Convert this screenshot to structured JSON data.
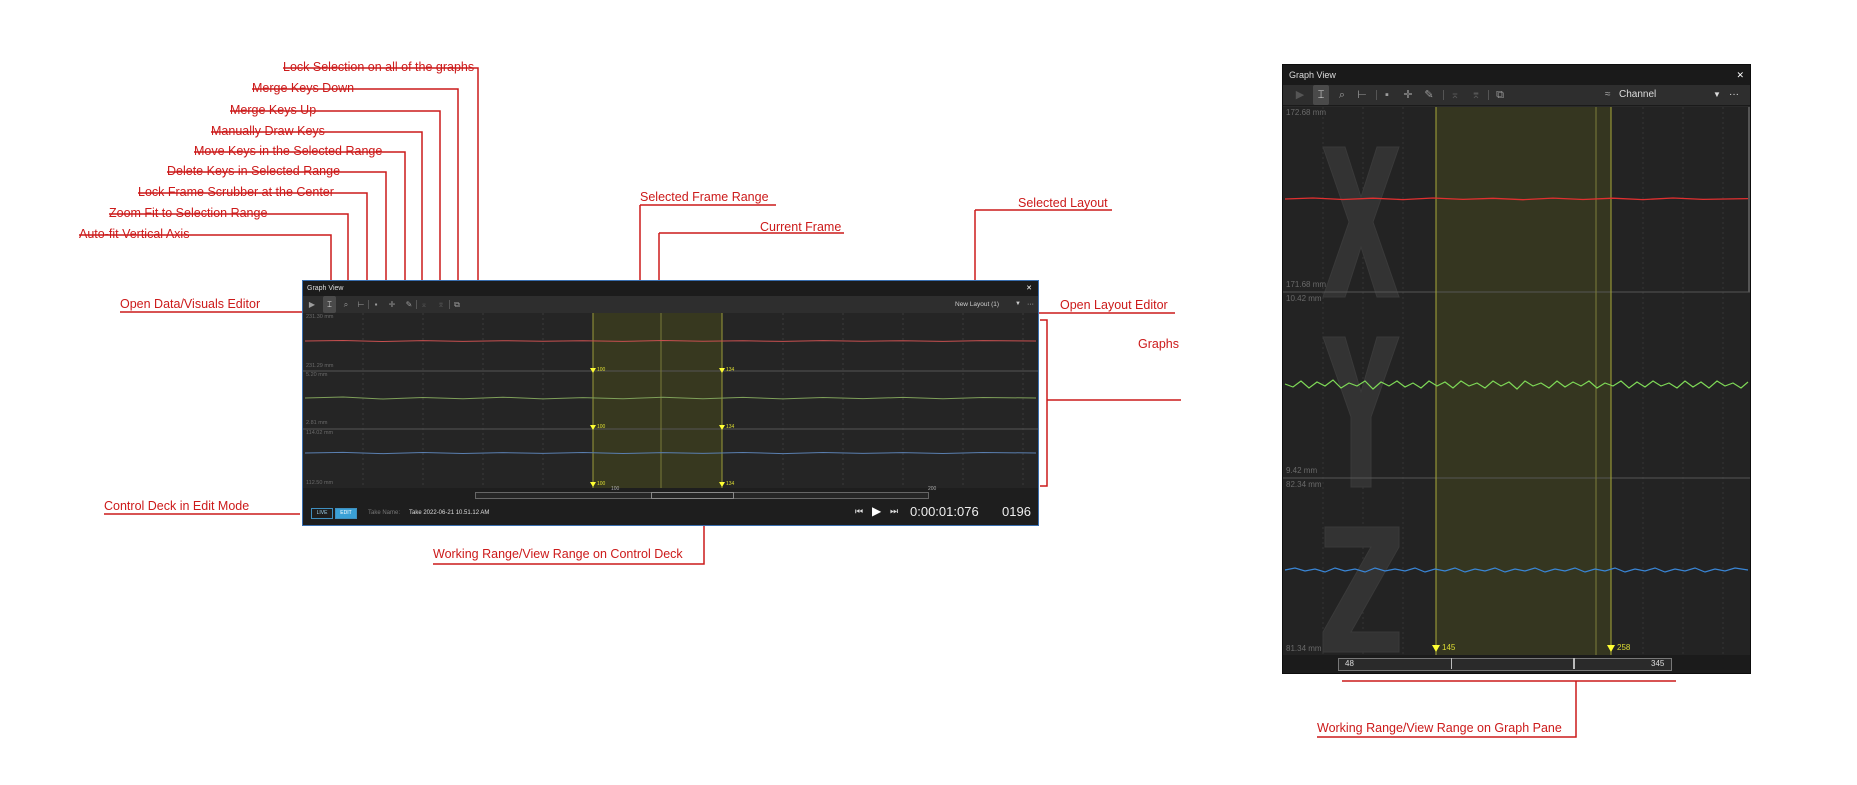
{
  "annotations": {
    "lock_selection": "Lock Selection on all of the graphs",
    "merge_keys_down": "Merge Keys Down",
    "merge_keys_up": "Merge Keys Up",
    "manually_draw_keys": "Manually Draw Keys",
    "move_keys": "Move Keys in the Selected Range",
    "delete_keys": "Delete Keys in Selected Range",
    "lock_frame_scrubber": "Lock Frame Scrubber at the Center",
    "zoom_fit": "Zoom Fit to Selection Range",
    "auto_fit": "Auto-fit Vertical Axis",
    "open_data_editor": "Open Data/Visuals Editor",
    "selected_frame_range": "Selected Frame Range",
    "current_frame": "Current Frame",
    "selected_layout": "Selected Layout",
    "open_layout_editor": "Open Layout Editor",
    "graphs": "Graphs",
    "control_deck_edit": "Control Deck in Edit Mode",
    "working_range_control_deck": "Working Range/View Range on Control Deck",
    "working_range_graph_pane": "Working Range/View Range on Graph Pane"
  },
  "left_window": {
    "title": "Graph View",
    "close": "✕",
    "layout_name": "New Layout (1)",
    "dropdown": "▼",
    "more": "···",
    "graphs": [
      {
        "top": "231.30 mm",
        "bottom": "231.29 mm",
        "color": "#c85050"
      },
      {
        "top": "5.20 mm",
        "bottom": "2.81 mm",
        "color": "#7fa05a"
      },
      {
        "top": "114.02 mm",
        "bottom": "112.50 mm",
        "color": "#5a7fb0"
      }
    ],
    "key_start": "100",
    "key_end": "134",
    "range_start": "100",
    "range_end": "200",
    "live": "LIVE",
    "edit": "EDIT",
    "take_name_label": "Take Name:",
    "take_name": "Take 2022-06-21 10.51.12 AM",
    "timecode": "0:00:01:076",
    "frame": "0196"
  },
  "right_window": {
    "title": "Graph View",
    "close": "✕",
    "layout_name": "Channel",
    "dropdown": "▼",
    "more": "···",
    "graphs": [
      {
        "letter": "X",
        "top": "172.68 mm",
        "bottom": "171.68 mm",
        "color": "#e03030"
      },
      {
        "letter": "Y",
        "top": "10.42 mm",
        "bottom": "9.42 mm",
        "color": "#7ed957"
      },
      {
        "letter": "Z",
        "top": "82.34 mm",
        "bottom": "81.34 mm",
        "color": "#3a86d6"
      }
    ],
    "key_start": "145",
    "key_end": "258",
    "range_start": "48",
    "range_end": "345"
  },
  "colors": {
    "accent": "#cc1a1a",
    "selection": "#4d4f1f",
    "key": "#ffff33"
  }
}
